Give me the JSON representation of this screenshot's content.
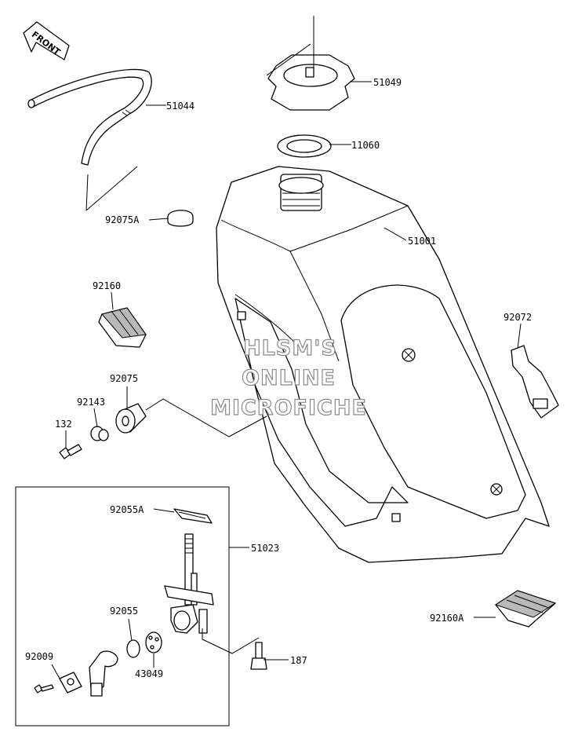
{
  "front_label": "FRONT",
  "watermark": [
    "HLSM'S",
    "ONLINE",
    "MICROFICHE"
  ],
  "parts": [
    {
      "id": "p51044",
      "number": "51044"
    },
    {
      "id": "p51049",
      "number": "51049"
    },
    {
      "id": "p11060",
      "number": "11060"
    },
    {
      "id": "p92075A",
      "number": "92075A"
    },
    {
      "id": "p51001",
      "number": "51001"
    },
    {
      "id": "p92160",
      "number": "92160"
    },
    {
      "id": "p92072",
      "number": "92072"
    },
    {
      "id": "p92075",
      "number": "92075"
    },
    {
      "id": "p92143",
      "number": "92143"
    },
    {
      "id": "p132",
      "number": "132"
    },
    {
      "id": "p92055A",
      "number": "92055A"
    },
    {
      "id": "p51023",
      "number": "51023"
    },
    {
      "id": "p92055",
      "number": "92055"
    },
    {
      "id": "p92009",
      "number": "92009"
    },
    {
      "id": "p43049",
      "number": "43049"
    },
    {
      "id": "p187",
      "number": "187"
    },
    {
      "id": "p92160A",
      "number": "92160A"
    }
  ]
}
